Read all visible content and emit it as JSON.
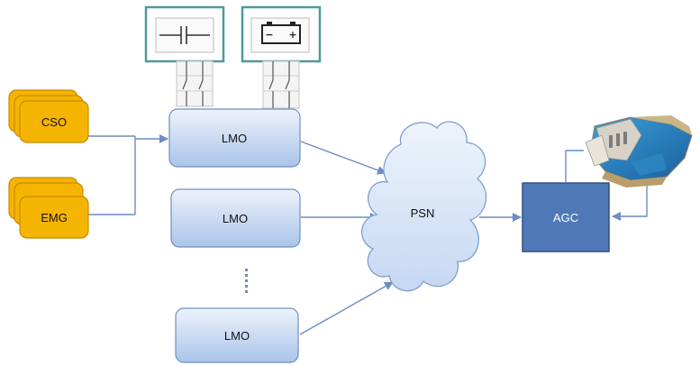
{
  "nodes": {
    "cso": {
      "label": "CSO"
    },
    "emg": {
      "label": "EMG"
    },
    "lmo_1": {
      "label": "LMO"
    },
    "lmo_2": {
      "label": "LMO"
    },
    "lmo_3": {
      "label": "LMO"
    },
    "psn": {
      "label": "PSN"
    },
    "agc": {
      "label": "AGC"
    }
  },
  "icons": {
    "capacitor": "capacitor-icon",
    "battery": "battery-icon",
    "switches": "switch-icon",
    "plant": "power-plant-icon"
  },
  "battery": {
    "minus": "−",
    "plus": "+"
  },
  "colors": {
    "source_fill": "#f5b400",
    "source_stroke": "#c88a00",
    "lmo_fill_top": "#eef3fb",
    "lmo_fill_bottom": "#a9c4ea",
    "lmo_stroke": "#6f8fc4",
    "cloud_fill": "#dbe7f8",
    "cloud_stroke": "#7f9fd0",
    "agc_fill": "#4f79b6",
    "agc_stroke": "#2f4f82",
    "arrow": "#6d8cc0",
    "icon_frame": "#4e9a9a"
  }
}
